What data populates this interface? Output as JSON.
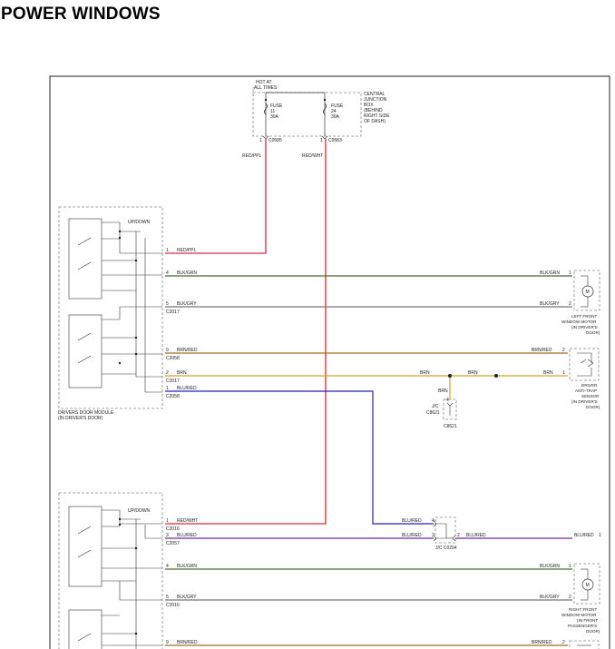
{
  "title": "POWER WINDOWS",
  "colors": {
    "red_ppl": "#d62a4a",
    "red_wht": "#e02a2a",
    "blk_grn": "#4a6b38",
    "blk_gry": "#767676",
    "brn_red": "#a86c1e",
    "brn": "#d8a020",
    "blu_red": "#2a1ec8",
    "outline": "#333333",
    "dashed": "#888888"
  },
  "labels": {
    "hot_line1": "HOT AT",
    "hot_line2": "ALL TIMES",
    "fuse11_line1": "FUSE",
    "fuse11_line2": "11",
    "fuse11_line3": "30A",
    "fuse24_line1": "FUSE",
    "fuse24_line2": "24",
    "fuse24_line3": "30A",
    "cjb_line1": "CENTRAL",
    "cjb_line2": "JUNCTION",
    "cjb_line3": "BOX",
    "cjb_line4": "(BEHIND",
    "cjb_line5": "RIGHT SIDE",
    "cjb_line6": "OF DASH)",
    "c0585_pin": "1",
    "c0585": "C0585",
    "c0583_pin": "1",
    "c0583": "C0583",
    "wire_red_ppl_v": "RED/PPL",
    "wire_red_wht_v": "RED/WHT",
    "ddm_updown": "UP/DOWN",
    "ddm_pin1": "1",
    "ddm_red_ppl": "RED/PPL",
    "ddm_pin4": "4",
    "ddm_blk_grn": "BLK/GRN",
    "ddm_pin5": "5",
    "ddm_blk_gry": "BLK/GRY",
    "c2017": "C2017",
    "ddm_pin9": "9",
    "ddm_brn_red": "BRN/RED",
    "c2058": "C2058",
    "ddm_pin2": "2",
    "ddm_brn": "BRN",
    "c2017b": "C2017",
    "ddm_pin1b": "1",
    "ddm_blu_red": "BLU/RED",
    "c2058b": "C2058",
    "ddm_name1": "DRIVERS DOOR MODULE",
    "ddm_name2": "(IN DRIVER'S DOOR)",
    "lf_blk_grn": "BLK/GRN",
    "lf_pin1": "1",
    "lf_blk_gry": "BLK/GRY",
    "lf_pin2": "2",
    "lf_m": "M",
    "lf_line1": "LEFT FRONT",
    "lf_line2": "WINDOW MOTOR",
    "lf_line3": "(IN DRIVER'S",
    "lf_line4": "DOOR)",
    "ds_brn_red": "BRN/RED",
    "ds_pin2": "2",
    "ds_brn": "BRN",
    "ds_pin1": "1",
    "ds_line1": "DRIVER",
    "ds_line2": "ANTI-TRAP",
    "ds_line3": "SENSOR",
    "ds_line4": "(IN DRIVER'S",
    "ds_line5": "DOOR)",
    "brn_seg1": "BRN",
    "brn_seg2": "BRN",
    "brn_drop": "BRN",
    "jc8621_a": "J/C",
    "jc8621_b": "C8621",
    "jc8621_c": "C8621",
    "jc8621_pin": "4",
    "pm_updown": "UP/DOWN",
    "pm_pin1": "1",
    "pm_red_wht": "RED/WHT",
    "c2016": "C2016",
    "pm_pin3": "3",
    "pm_blu_red": "BLU/RED",
    "c2057": "C2057",
    "pm_pin4": "4",
    "pm_blk_grn": "BLK/GRN",
    "pm_pin5": "5",
    "pm_blk_gry": "BLK/GRY",
    "c2016b": "C2016",
    "pm_pin9": "9",
    "pm_brn_red": "BRN/RED",
    "jc_blu_red_in": "BLU/RED",
    "jc_blu_red_mid": "BLU/RED",
    "jc_pin4": "4",
    "jc_pin3": "3",
    "jc_pin2": "2",
    "jc_blu_red_out": "BLU/RED",
    "jc0294": "J/C C0294",
    "rf_blu_red": "BLU/RED",
    "rf_pin1top": "1",
    "rf_blk_grn": "BLK/GRN",
    "rf_pin1": "1",
    "rf_blk_gry": "BLK/GRY",
    "rf_pin2": "2",
    "rf_m": "M",
    "rf_line1": "RIGHT FRONT",
    "rf_line2": "WINDOW MOTOR",
    "rf_line3": "(IN FRONT",
    "rf_line4": "PASSENGER'S",
    "rf_line5": "DOOR)",
    "bot_brn_red": "BRN/RED",
    "bot_pin2": "2"
  }
}
